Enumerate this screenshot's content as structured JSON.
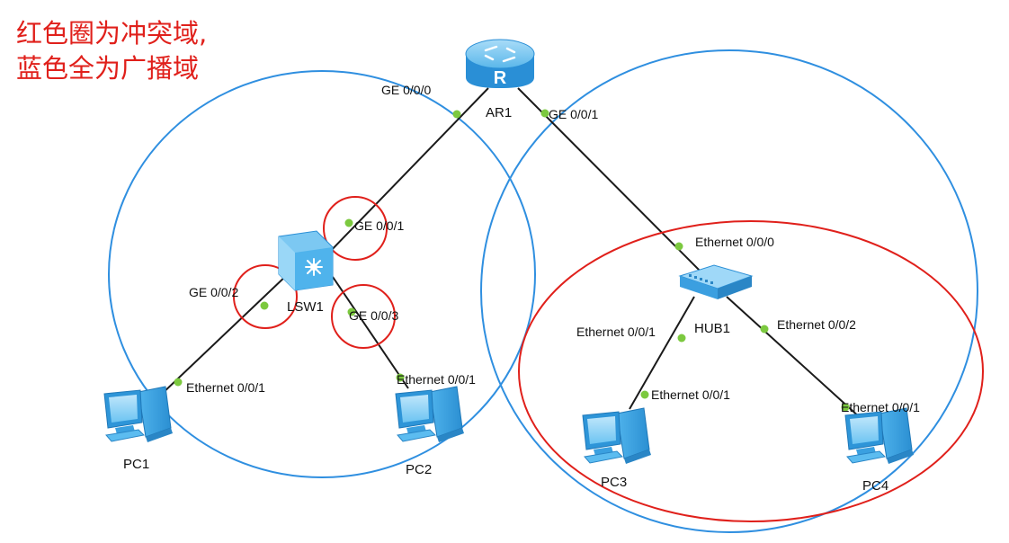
{
  "annotation": {
    "line1": "红色圈为冲突域,",
    "line2": "蓝色全为广播域"
  },
  "colors": {
    "broadcast_domain": "#2f8fe0",
    "collision_domain": "#e0201b",
    "link": "#1a1a1a",
    "port_dot": "#7cc93f",
    "device_blue": "#59b8ee"
  },
  "devices": {
    "ar1": {
      "name": "AR1",
      "icon": "router-icon"
    },
    "lsw1": {
      "name": "LSW1",
      "icon": "switch-icon"
    },
    "hub1": {
      "name": "HUB1",
      "icon": "hub-icon"
    },
    "pc1": {
      "name": "PC1",
      "icon": "pc-icon"
    },
    "pc2": {
      "name": "PC2",
      "icon": "pc-icon"
    },
    "pc3": {
      "name": "PC3",
      "icon": "pc-icon"
    },
    "pc4": {
      "name": "PC4",
      "icon": "pc-icon"
    }
  },
  "ports": {
    "ar1_ge000": "GE 0/0/0",
    "ar1_ge001": "GE 0/0/1",
    "lsw1_ge001": "GE 0/0/1",
    "lsw1_ge002": "GE 0/0/2",
    "lsw1_ge003": "GE 0/0/3",
    "pc1_eth": "Ethernet 0/0/1",
    "pc2_eth": "Ethernet 0/0/1",
    "hub1_eth000": "Ethernet 0/0/0",
    "hub1_eth001": "Ethernet 0/0/1",
    "hub1_eth002": "Ethernet 0/0/2",
    "pc3_eth": "Ethernet 0/0/1",
    "pc4_eth": "Ethernet 0/0/1"
  }
}
